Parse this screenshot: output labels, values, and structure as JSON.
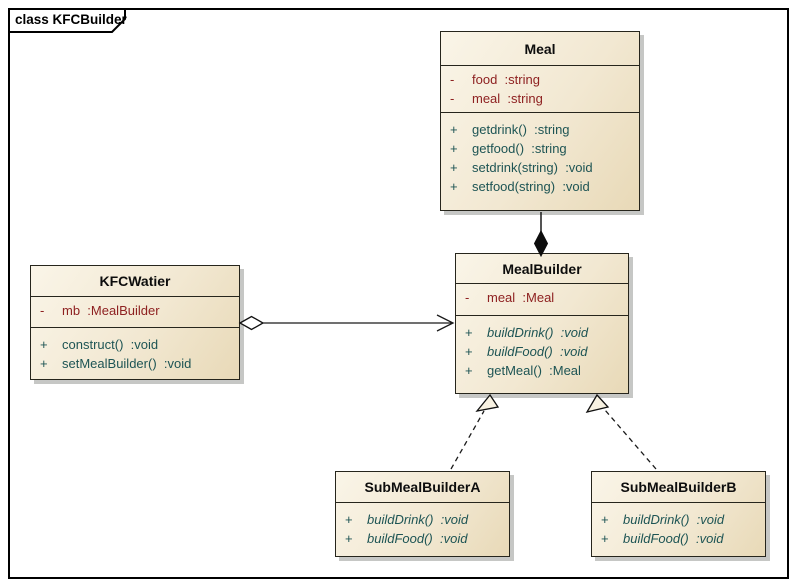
{
  "frame": {
    "title": "class KFCBuilder"
  },
  "classes": {
    "meal": {
      "name": "Meal",
      "attributes": [
        {
          "vis": "-",
          "text": "food  :string"
        },
        {
          "vis": "-",
          "text": "meal  :string"
        }
      ],
      "methods": [
        {
          "vis": "+",
          "text": "getdrink()  :string",
          "italic": false
        },
        {
          "vis": "+",
          "text": "getfood()  :string",
          "italic": false
        },
        {
          "vis": "+",
          "text": "setdrink(string)  :void",
          "italic": false
        },
        {
          "vis": "+",
          "text": "setfood(string)  :void",
          "italic": false
        }
      ]
    },
    "kfcwatier": {
      "name": "KFCWatier",
      "attributes": [
        {
          "vis": "-",
          "text": "mb  :MealBuilder"
        }
      ],
      "methods": [
        {
          "vis": "+",
          "text": "construct()  :void",
          "italic": false
        },
        {
          "vis": "+",
          "text": "setMealBuilder()  :void",
          "italic": false
        }
      ]
    },
    "mealbuilder": {
      "name": "MealBuilder",
      "attributes": [
        {
          "vis": "-",
          "text": "meal  :Meal"
        }
      ],
      "methods": [
        {
          "vis": "+",
          "text": "buildDrink()  :void",
          "italic": true
        },
        {
          "vis": "+",
          "text": "buildFood()  :void",
          "italic": true
        },
        {
          "vis": "+",
          "text": "getMeal()  :Meal",
          "italic": false
        }
      ]
    },
    "submealbuildera": {
      "name": "SubMealBuilderA",
      "methods": [
        {
          "vis": "+",
          "text": "buildDrink()  :void",
          "italic": true
        },
        {
          "vis": "+",
          "text": "buildFood()  :void",
          "italic": true
        }
      ]
    },
    "submealbuilderb": {
      "name": "SubMealBuilderB",
      "methods": [
        {
          "vis": "+",
          "text": "buildDrink()  :void",
          "italic": true
        },
        {
          "vis": "+",
          "text": "buildFood()  :void",
          "italic": true
        }
      ]
    }
  },
  "relationships": [
    {
      "type": "composition",
      "from": "MealBuilder",
      "to": "Meal"
    },
    {
      "type": "aggregation",
      "from": "KFCWatier",
      "to": "MealBuilder",
      "navigable": true
    },
    {
      "type": "realization",
      "from": "SubMealBuilderA",
      "to": "MealBuilder"
    },
    {
      "type": "realization",
      "from": "SubMealBuilderB",
      "to": "MealBuilder"
    }
  ],
  "colors": {
    "attribute_text": "#8e2121",
    "method_text": "#1d5454",
    "box_fill_light": "#faf5e8",
    "box_fill_dark": "#e8d9b7",
    "box_border": "#26251c",
    "shadow": "#c6c7c5",
    "frame_border": "#000000"
  }
}
